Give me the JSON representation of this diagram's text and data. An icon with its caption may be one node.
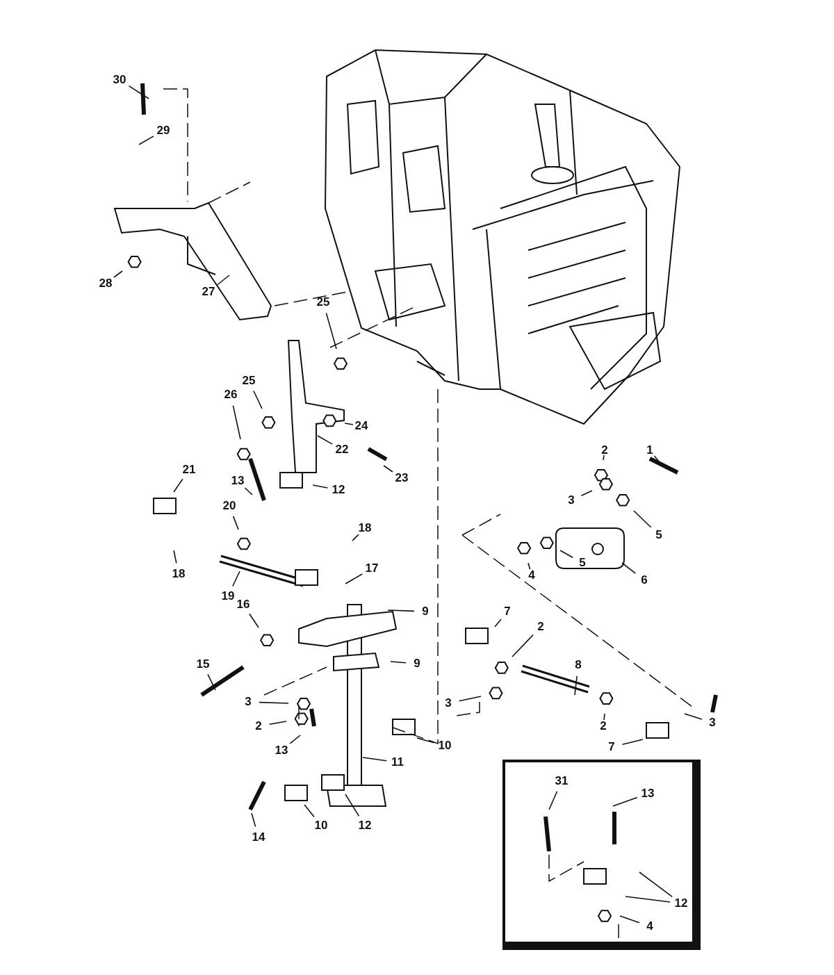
{
  "diagram": {
    "nodes": [
      {
        "text": [
          "30"
        ]
      },
      {
        "text": [
          "29"
        ]
      },
      {
        "text": [
          "28"
        ]
      },
      {
        "text": [
          "27"
        ]
      },
      {
        "text": [
          "25"
        ]
      },
      {
        "text": [
          "25"
        ]
      },
      {
        "text": [
          "26"
        ]
      },
      {
        "text": [
          "24"
        ]
      },
      {
        "text": [
          "22"
        ]
      },
      {
        "text": [
          "13"
        ]
      },
      {
        "text": [
          "21"
        ]
      },
      {
        "text": [
          "23"
        ]
      },
      {
        "text": [
          "12"
        ]
      },
      {
        "text": [
          "20"
        ]
      },
      {
        "text": [
          "1"
        ]
      },
      {
        "text": [
          "2"
        ]
      },
      {
        "text": [
          "3"
        ]
      },
      {
        "text": [
          "5"
        ]
      },
      {
        "text": [
          "18"
        ]
      },
      {
        "text": [
          "5"
        ]
      },
      {
        "text": [
          "4"
        ]
      },
      {
        "text": [
          "18"
        ]
      },
      {
        "text": [
          "6"
        ]
      },
      {
        "text": [
          "19"
        ]
      },
      {
        "text": [
          "17"
        ]
      },
      {
        "text": [
          "16"
        ]
      },
      {
        "text": [
          "9"
        ]
      },
      {
        "text": [
          "7"
        ]
      },
      {
        "text": [
          "2"
        ]
      },
      {
        "text": [
          "9"
        ]
      },
      {
        "text": [
          "15"
        ]
      },
      {
        "text": [
          "8"
        ]
      },
      {
        "text": [
          "3"
        ]
      },
      {
        "text": [
          "3"
        ]
      },
      {
        "text": [
          "3"
        ]
      },
      {
        "text": [
          "2"
        ]
      },
      {
        "text": [
          "2"
        ]
      },
      {
        "text": [
          "10"
        ]
      },
      {
        "text": [
          "7"
        ]
      },
      {
        "text": [
          "13"
        ]
      },
      {
        "text": [
          "11"
        ]
      },
      {
        "text": [
          "14"
        ]
      },
      {
        "text": [
          "10"
        ]
      },
      {
        "text": [
          "12"
        ]
      },
      {
        "text": [],
        "shape": "box"
      },
      {
        "text": [
          "31"
        ],
        "in": 44
      },
      {
        "text": [
          "13"
        ],
        "in": 44
      },
      {
        "text": [
          "12"
        ],
        "in": 44
      },
      {
        "text": [
          "4"
        ],
        "in": 44
      }
    ],
    "edges": [
      {
        "from": 0,
        "to": null,
        "arrow": "none"
      },
      {
        "from": 1,
        "to": null,
        "arrow": "none"
      },
      {
        "from": 2,
        "to": null,
        "arrow": "none"
      },
      {
        "from": 3,
        "to": null,
        "arrow": "none"
      },
      {
        "from": 4,
        "to": null,
        "arrow": "none"
      },
      {
        "from": 5,
        "to": null,
        "arrow": "none"
      },
      {
        "from": 6,
        "to": null,
        "arrow": "none"
      },
      {
        "from": 7,
        "to": null,
        "arrow": "none"
      },
      {
        "from": 8,
        "to": null,
        "arrow": "none"
      },
      {
        "from": 9,
        "to": null,
        "arrow": "none"
      },
      {
        "from": 10,
        "to": null,
        "arrow": "none"
      },
      {
        "from": 11,
        "to": null,
        "arrow": "none"
      },
      {
        "from": 12,
        "to": null,
        "arrow": "none"
      },
      {
        "from": 13,
        "to": null,
        "arrow": "none"
      },
      {
        "from": 14,
        "to": null,
        "arrow": "none"
      },
      {
        "from": 15,
        "to": null,
        "arrow": "none"
      },
      {
        "from": 16,
        "to": null,
        "arrow": "none"
      },
      {
        "from": 17,
        "to": null,
        "arrow": "none"
      },
      {
        "from": 18,
        "to": null,
        "arrow": "none"
      },
      {
        "from": 19,
        "to": null,
        "arrow": "none"
      },
      {
        "from": 20,
        "to": null,
        "arrow": "none"
      },
      {
        "from": 21,
        "to": null,
        "arrow": "none"
      },
      {
        "from": 22,
        "to": null,
        "arrow": "none"
      },
      {
        "from": 23,
        "to": null,
        "arrow": "none"
      },
      {
        "from": 24,
        "to": null,
        "arrow": "none"
      },
      {
        "from": 25,
        "to": null,
        "arrow": "none"
      },
      {
        "from": 26,
        "to": null,
        "arrow": "none"
      },
      {
        "from": 27,
        "to": null,
        "arrow": "none"
      },
      {
        "from": 28,
        "to": null,
        "arrow": "none"
      },
      {
        "from": 29,
        "to": null,
        "arrow": "none"
      },
      {
        "from": 30,
        "to": null,
        "arrow": "none"
      },
      {
        "from": 31,
        "to": null,
        "arrow": "none"
      },
      {
        "from": 32,
        "to": null,
        "arrow": "none"
      },
      {
        "from": 33,
        "to": null,
        "arrow": "none"
      },
      {
        "from": 34,
        "to": null,
        "arrow": "none"
      },
      {
        "from": 35,
        "to": null,
        "arrow": "none"
      },
      {
        "from": 36,
        "to": null,
        "arrow": "none"
      },
      {
        "from": 37,
        "to": null,
        "arrow": "none"
      },
      {
        "from": 38,
        "to": null,
        "arrow": "none"
      },
      {
        "from": 39,
        "to": null,
        "arrow": "none"
      },
      {
        "from": 40,
        "to": null,
        "arrow": "none"
      },
      {
        "from": 41,
        "to": null,
        "arrow": "none"
      },
      {
        "from": 42,
        "to": null,
        "arrow": "none"
      },
      {
        "from": 43,
        "to": null,
        "arrow": "none"
      },
      {
        "from": 45,
        "to": null,
        "arrow": "none"
      },
      {
        "from": 46,
        "to": null,
        "arrow": "none"
      },
      {
        "from": 47,
        "to": null,
        "arrow": "none"
      },
      {
        "from": 47,
        "to": null,
        "arrow": "none"
      },
      {
        "from": 48,
        "to": null,
        "arrow": "none"
      }
    ]
  }
}
